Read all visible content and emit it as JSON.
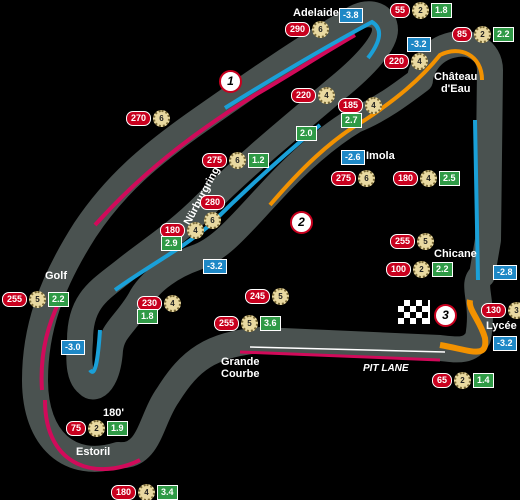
{
  "corners": [
    {
      "id": "adelaide-top",
      "speed": "55",
      "gear": "2",
      "g": "1.8"
    },
    {
      "id": "adelaide",
      "speed": "290",
      "gear": "6",
      "g": ""
    },
    {
      "id": "chateau-top",
      "speed": "85",
      "gear": "2",
      "g": "2.2"
    },
    {
      "id": "chateau",
      "speed": "220",
      "gear": "4",
      "g": ""
    },
    {
      "id": "upper",
      "speed": "270",
      "gear": "6",
      "g": ""
    },
    {
      "id": "mid1",
      "speed": "220",
      "gear": "4",
      "g": ""
    },
    {
      "id": "mid2",
      "speed": "185",
      "gear": "4",
      "g": ""
    },
    {
      "id": "nurb",
      "speed": "275",
      "gear": "6",
      "g": "1.2"
    },
    {
      "id": "imola1",
      "speed": "275",
      "gear": "6",
      "g": ""
    },
    {
      "id": "imola2",
      "speed": "180",
      "gear": "4",
      "g": "2.5"
    },
    {
      "id": "n280",
      "speed": "280",
      "gear": "6",
      "g": ""
    },
    {
      "id": "n180",
      "speed": "180",
      "gear": "4",
      "g": ""
    },
    {
      "id": "chicane1",
      "speed": "255",
      "gear": "5",
      "g": ""
    },
    {
      "id": "chicane2",
      "speed": "100",
      "gear": "2",
      "g": "2.2"
    },
    {
      "id": "golf",
      "speed": "255",
      "gear": "5",
      "g": "2.2"
    },
    {
      "id": "n245",
      "speed": "245",
      "gear": "5",
      "g": ""
    },
    {
      "id": "n230",
      "speed": "230",
      "gear": "4",
      "g": ""
    },
    {
      "id": "lycee",
      "speed": "130",
      "gear": "3",
      "g": ""
    },
    {
      "id": "grande",
      "speed": "255",
      "gear": "5",
      "g": "3.6"
    },
    {
      "id": "final",
      "speed": "65",
      "gear": "2",
      "g": "1.4"
    },
    {
      "id": "n75",
      "speed": "75",
      "gear": "2",
      "g": "1.9"
    },
    {
      "id": "estoril",
      "speed": "180",
      "gear": "4",
      "g": "3.4"
    }
  ],
  "extra_green": [
    {
      "id": "g20",
      "value": "2.0"
    },
    {
      "id": "g27",
      "value": "2.7"
    },
    {
      "id": "g29",
      "value": "2.9"
    },
    {
      "id": "g18",
      "value": "1.8"
    }
  ],
  "blue_values": [
    {
      "id": "b1",
      "value": "-3.8"
    },
    {
      "id": "b2",
      "value": "-3.2"
    },
    {
      "id": "b3",
      "value": "-2.6"
    },
    {
      "id": "b4",
      "value": "-3.2"
    },
    {
      "id": "b5",
      "value": "-3.0"
    },
    {
      "id": "b6",
      "value": "-2.8"
    },
    {
      "id": "b7",
      "value": "-3.2"
    }
  ],
  "labels": {
    "adelaide": "Adelaide",
    "chateau": "Château\nd'Eau",
    "imola": "Imola",
    "nurburgring": "Nürburgring",
    "chicane": "Chicane",
    "golf": "Golf",
    "lycee": "Lycée",
    "grande": "Grande\nCourbe",
    "pit": "PIT LANE",
    "t180": "180'",
    "estoril": "Estoril"
  },
  "sectors": [
    "1",
    "2",
    "3"
  ],
  "colors": {
    "track": "#4a5250",
    "kerb_red": "#d10a5a",
    "kerb_blue": "#1aa0d8",
    "kerb_orange": "#f39200",
    "speed": "#c8001e",
    "green": "#2f9a46",
    "blue": "#1e88c6"
  }
}
